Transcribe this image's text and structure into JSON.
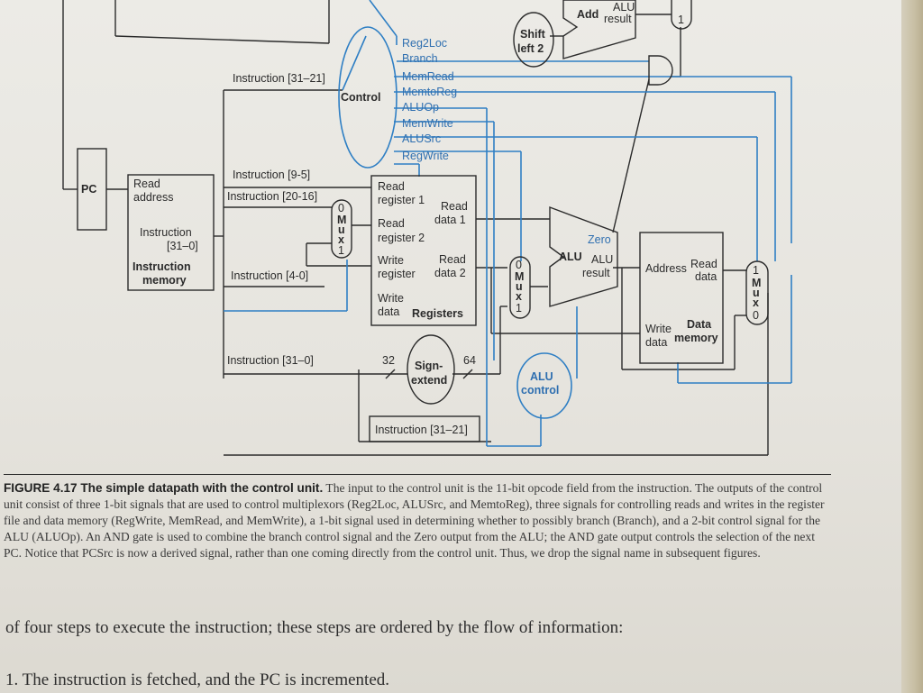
{
  "diagram": {
    "add": "Add",
    "alu_result_top": "ALU",
    "alu_result_top2": "result",
    "shift_left": [
      "Shift",
      "left 2"
    ],
    "mux_top_one": "1",
    "control": "Control",
    "control_signals": [
      "Reg2Loc",
      "Branch",
      "MemRead",
      "MemtoReg",
      "ALUOp",
      "MemWrite",
      "ALUSrc",
      "RegWrite"
    ],
    "instr_31_21": "Instruction [31–21]",
    "instr_9_5": "Instruction [9-5]",
    "instr_20_16": "Instruction [20-16]",
    "instr_4_0": "Instruction [4-0]",
    "instr_31_0": "Instruction [31–0]",
    "instr_31_21_bottom": "Instruction [31–21]",
    "pc": "PC",
    "imem": {
      "read_address": [
        "Read",
        "address"
      ],
      "instruction": [
        "Instruction",
        "[31–0]"
      ],
      "title": [
        "Instruction",
        "memory"
      ]
    },
    "regs": {
      "read_reg1": [
        "Read",
        "register 1"
      ],
      "read_data1": [
        "Read",
        "data 1"
      ],
      "read_reg2": [
        "Read",
        "register 2"
      ],
      "write_reg": [
        "Write",
        "register"
      ],
      "read_data2": [
        "Read",
        "data 2"
      ],
      "write_data": [
        "Write",
        "data"
      ],
      "title": "Registers"
    },
    "mux_label": [
      "M",
      "u",
      "x"
    ],
    "mux_0": "0",
    "mux_1": "1",
    "alu": {
      "title": "ALU",
      "zero": "Zero",
      "result": [
        "ALU",
        "result"
      ]
    },
    "dmem": {
      "address": "Address",
      "read_data": [
        "Read",
        "data"
      ],
      "write_data": [
        "Write",
        "data"
      ],
      "title": [
        "Data",
        "memory"
      ]
    },
    "sign_extend": [
      "Sign-",
      "extend"
    ],
    "bits_in": "32",
    "bits_out": "64",
    "alu_control": [
      "ALU",
      "control"
    ]
  },
  "caption": {
    "head": "FIGURE 4.17   The simple datapath with the control unit.",
    "text": " The input to the control unit is the 11-bit opcode field from the instruction. The outputs of the control unit consist of three 1-bit signals that are used to control multiplexors (Reg2Loc, ALUSrc, and MemtoReg), three signals for controlling reads and writes in the register file and data memory (RegWrite, MemRead, and MemWrite), a 1-bit signal used in determining whether to possibly branch (Branch), and a 2-bit control signal for the ALU (ALUOp). An AND gate is used to combine the branch control signal and the Zero output from the ALU; the AND gate output controls the selection of the next PC. Notice that PCSrc is now a derived signal, rather than one coming directly from the control unit. Thus, we drop the signal name in subsequent figures."
  },
  "body": {
    "para": "of four steps to execute the instruction; these steps are ordered by the flow of information:",
    "cut_line": "1. The instruction is fetched, and the PC is incremented."
  },
  "colors": {
    "control_lines": "#2f7fc4",
    "datapath": "#2b2b2b"
  }
}
